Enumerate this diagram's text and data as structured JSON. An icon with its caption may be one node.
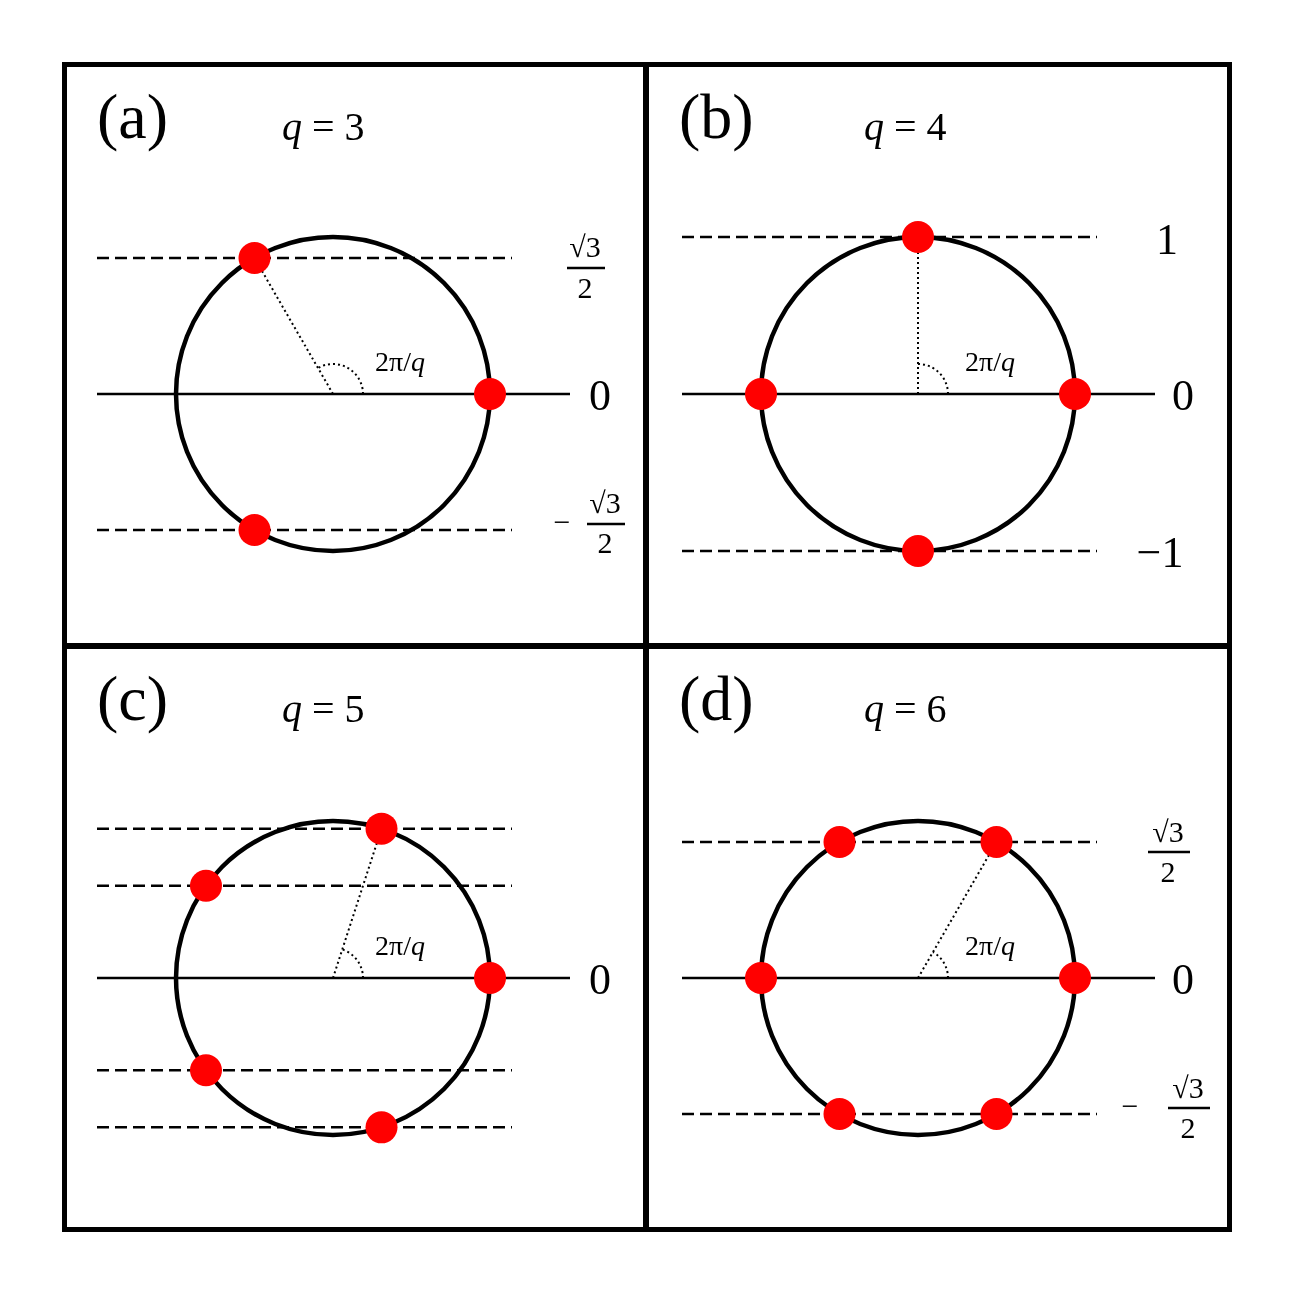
{
  "diagram": {
    "nodes": [
      {
        "text": [
          "(a)",
          "*q* = 3"
        ]
      },
      {
        "text": [
          "(b)",
          "*q* = 4"
        ]
      },
      {
        "text": [
          "(c)",
          "*q* = 5"
        ]
      },
      {
        "text": [
          "(d)",
          "*q* = 6"
        ]
      }
    ],
    "labels": [
      "√3",
      "2",
      "2π/*q*",
      "0",
      "−",
      "√3",
      "2",
      "1",
      "2π/*q*",
      "0",
      "−1",
      "2π/*q*",
      "0",
      "√3",
      "2",
      "2π/*q*",
      "0",
      "−",
      "√3",
      "2"
    ]
  }
}
